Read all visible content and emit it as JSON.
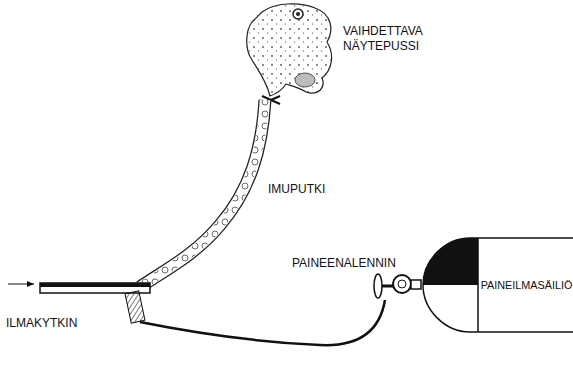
{
  "diagram": {
    "nodes": [
      {
        "text": [
          "PAINEILMASÄILIÖ"
        ]
      }
    ],
    "labels": [
      "VAIHDETTAVA NÄYTEPUSSI",
      "IMUPUTKI",
      "PAINEENALENNIN",
      "ILMAKYTKIN"
    ]
  }
}
